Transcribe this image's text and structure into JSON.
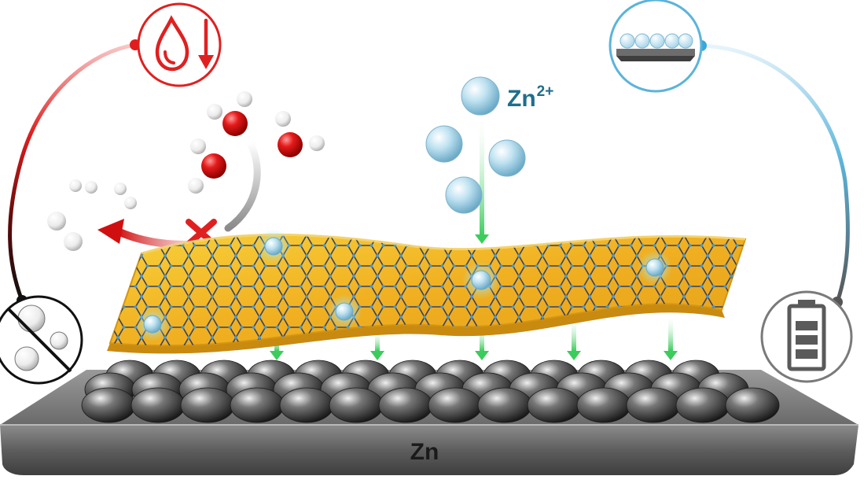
{
  "labels": {
    "substrate": "Zn",
    "ion": "Zn",
    "ion_charge": "2+"
  },
  "icons": {
    "top_left": "water-drop-down-arrow-icon",
    "top_right": "uniform-deposition-icon",
    "bottom_left": "no-gas-bubbles-icon",
    "bottom_right": "battery-icon"
  },
  "colors": {
    "suppression": "#e02020",
    "deposition": "#5bb4da",
    "film": "#f3b824",
    "ion": "#9fd3ea",
    "oxygen": "#e01818",
    "flux": "#4fd26a",
    "substrate": "#5a5a5a"
  }
}
